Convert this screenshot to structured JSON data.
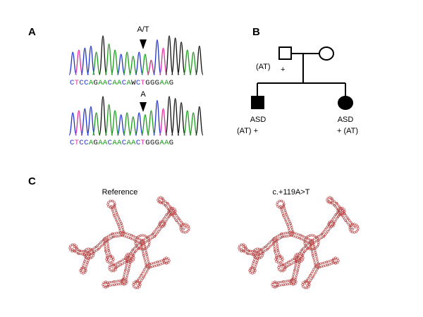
{
  "panels": {
    "a": {
      "label": "A",
      "top": {
        "marker_label": "A/T",
        "sequence": "CTCCAGAACAACAWCTGGGAAG",
        "peaks": [
          [
            1.0,
            "C"
          ],
          [
            2.0,
            "T"
          ],
          [
            3.0,
            "C"
          ],
          [
            4.0,
            "C"
          ],
          [
            4.9,
            "A"
          ],
          [
            6.0,
            "G"
          ],
          [
            7.0,
            "A"
          ],
          [
            8.0,
            "A"
          ],
          [
            9.0,
            "C"
          ],
          [
            10.0,
            "A"
          ],
          [
            11.0,
            "A"
          ],
          [
            12.0,
            "C"
          ],
          [
            13.0,
            "A"
          ],
          [
            14.0,
            "A"
          ],
          [
            14.0,
            "T"
          ],
          [
            15.0,
            "C"
          ],
          [
            16.0,
            "T"
          ],
          [
            17.0,
            "G"
          ],
          [
            18.0,
            "G"
          ],
          [
            19.0,
            "G"
          ],
          [
            20.0,
            "A"
          ],
          [
            21.0,
            "A"
          ],
          [
            22.0,
            "G"
          ]
        ],
        "heights": [
          0.55,
          0.6,
          0.65,
          0.7,
          0.55,
          0.95,
          0.75,
          0.6,
          0.5,
          0.55,
          0.45,
          0.55,
          0.5,
          0.35,
          0.35,
          0.85,
          0.65,
          0.95,
          0.9,
          0.8,
          0.6,
          0.55,
          0.7
        ]
      },
      "bottom": {
        "marker_label": "A",
        "sequence": "CTCCAGAACAACAACTGGGAAG",
        "peaks": [
          [
            1.0,
            "C"
          ],
          [
            2.0,
            "T"
          ],
          [
            3.0,
            "C"
          ],
          [
            4.0,
            "C"
          ],
          [
            4.9,
            "A"
          ],
          [
            6.0,
            "G"
          ],
          [
            7.0,
            "A"
          ],
          [
            8.0,
            "A"
          ],
          [
            9.0,
            "C"
          ],
          [
            10.0,
            "A"
          ],
          [
            11.0,
            "A"
          ],
          [
            12.0,
            "C"
          ],
          [
            13.0,
            "A"
          ],
          [
            14.0,
            "A"
          ],
          [
            15.0,
            "C"
          ],
          [
            16.0,
            "T"
          ],
          [
            17.0,
            "G"
          ],
          [
            18.0,
            "G"
          ],
          [
            19.0,
            "G"
          ],
          [
            20.0,
            "A"
          ],
          [
            21.0,
            "A"
          ],
          [
            22.0,
            "G"
          ]
        ],
        "heights": [
          0.55,
          0.6,
          0.65,
          0.7,
          0.55,
          0.95,
          0.75,
          0.6,
          0.5,
          0.55,
          0.45,
          0.55,
          0.5,
          0.6,
          0.85,
          0.65,
          0.95,
          0.9,
          0.8,
          0.6,
          0.55,
          0.7
        ]
      },
      "base_colors": {
        "A": "#1a9a1a",
        "C": "#2233cc",
        "G": "#111111",
        "T": "#e0309a"
      }
    },
    "b": {
      "label": "B",
      "father_label": "(AT)",
      "father_mark": "+",
      "child1_dx": "ASD",
      "child1_genotype": "(AT) +",
      "child2_dx": "ASD",
      "child2_genotype": "+ (AT)"
    },
    "c": {
      "label": "C",
      "left_title": "Reference",
      "right_title": "c.+119A>T",
      "structure_color": "#b03a3a"
    }
  }
}
